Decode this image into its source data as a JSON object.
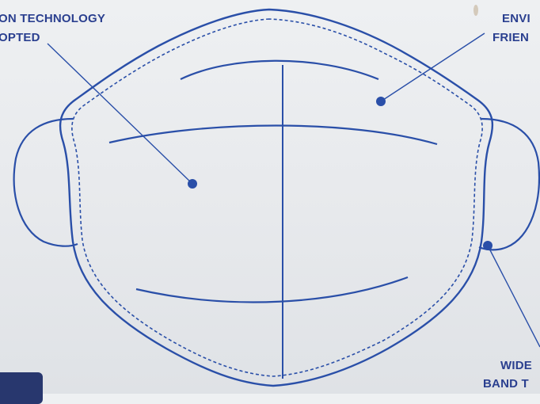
{
  "labels": {
    "top_left_line1": "ON TECHNOLOGY",
    "top_left_line2": "OPTED",
    "top_right_line1": "ENVI",
    "top_right_line2": "FRIEN",
    "bottom_right_line1": "WIDE",
    "bottom_right_line2": "BAND T"
  },
  "colors": {
    "ink": "#2a4fa8",
    "text": "#2a3f8f",
    "paper": "#e9ebee"
  }
}
